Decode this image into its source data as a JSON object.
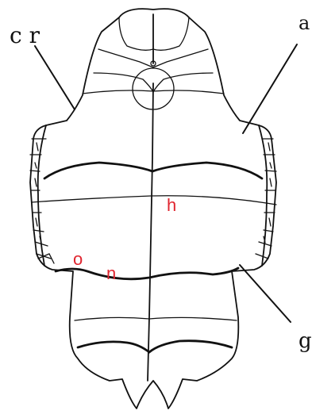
{
  "colors": {
    "line": "#111111",
    "background": "#ffffff",
    "label_black": "#111111",
    "label_red": "#e0252f"
  },
  "labels": {
    "cr": "c r",
    "a": "a",
    "h": "h",
    "o": "o",
    "n": "n",
    "g": "g"
  }
}
